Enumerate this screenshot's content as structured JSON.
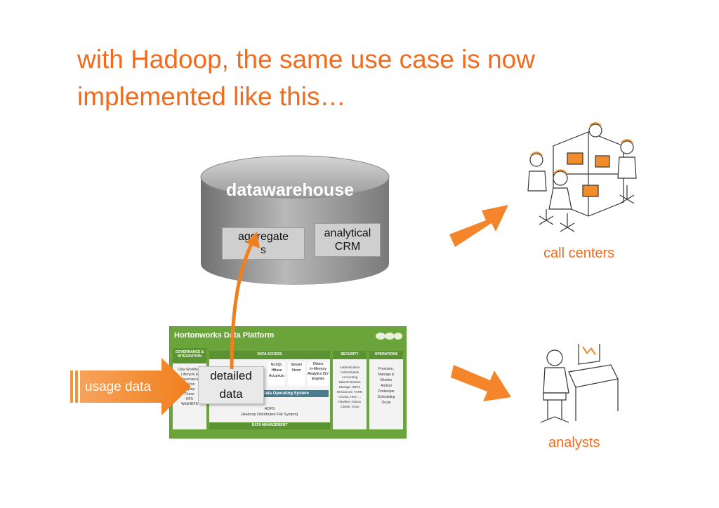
{
  "title": "with Hadoop, the same use case is now implemented like this…",
  "datawarehouse": {
    "label": "datawarehouse",
    "boxes": {
      "aggregates": "aggregate\ns",
      "analytical_crm": "analytical\nCRM"
    }
  },
  "hdp": {
    "title": "Hortonworks Data Platform",
    "brand": "Hortonworks",
    "columns": {
      "governance": {
        "header": "GOVERNANCE & INTEGRATION",
        "lines": [
          "Data Workflow,",
          "Lifecycle &",
          "Governance",
          "Falcon",
          "Sqoop",
          "Flume",
          "NFS",
          "WebHDFS"
        ]
      },
      "data_access": {
        "header": "DATA ACCESS",
        "tiles": [
          "NoSQL",
          "Stream",
          "Others"
        ],
        "tile_details": [
          "HBase Accumulo",
          "Storm",
          "In-Memory Analytics ISV Engines"
        ],
        "yarn": "Data Operating System",
        "hdfs": "HDFS",
        "hdfs_sub": "(Hadoop Distributed File System)",
        "footer": "DATA MANAGEMENT"
      },
      "security": {
        "header": "SECURITY",
        "lines": [
          "Authentication",
          "Authorization",
          "Accounting",
          "Data Protection",
          "Storage: HDFS",
          "Resources: YARN",
          "Access: Hive, ...",
          "Pipeline: Falcon",
          "Cluster: Knox"
        ]
      },
      "operations": {
        "header": "OPERATIONS",
        "lines": [
          "Provision,",
          "Manage &",
          "Monitor",
          "Ambari",
          "Zookeeper",
          "Scheduling",
          "Oozie"
        ]
      }
    }
  },
  "usage_data": "usage data",
  "detailed_data": "detailed\ndata",
  "call_centers": "call centers",
  "analysts": "analysts",
  "colors": {
    "accent": "#f26b1d",
    "hdp_green": "#6aa43a",
    "cylinder": "#8e8e8e"
  }
}
